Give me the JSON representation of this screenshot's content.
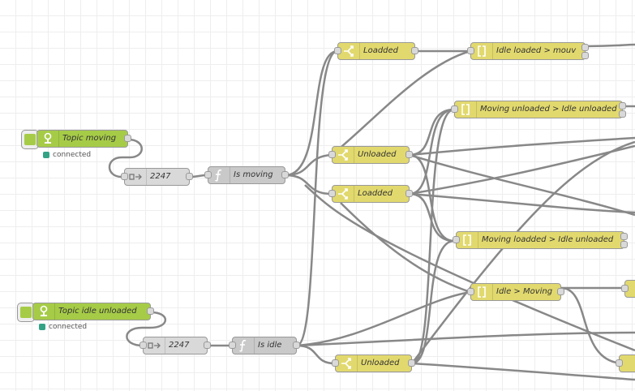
{
  "colors": {
    "canvas": "#ffffff",
    "grid": "#eeeeee",
    "wire": "#888888",
    "mqtt_node": "#a6cc47",
    "switch_node": "#E2D96E",
    "template_node": "#E2D96E",
    "function_node": "#c9c9c9",
    "rbe_node": "#d9d9d9",
    "status_connected": "#33a386"
  },
  "flow": {
    "mqtt_moving": {
      "label": "Topic moving",
      "icon": "bridge-icon",
      "status": "connected"
    },
    "rbe_moving": {
      "label": "2247",
      "icon": "filter-arrow-icon"
    },
    "func_moving": {
      "label": "Is moving",
      "icon": "function-icon"
    },
    "switch_loadded_top": {
      "label": "Loadded",
      "icon": "switch-fork-icon"
    },
    "switch_unloaded_mid": {
      "label": "Unloaded",
      "icon": "switch-fork-icon"
    },
    "switch_loadded_mid": {
      "label": "Loadded",
      "icon": "switch-fork-icon"
    },
    "tpl_idle_loaded_mouv": {
      "label": "Idle loaded > mouv",
      "icon": "template-bracket-icon"
    },
    "tpl_moving_unloaded_idle": {
      "label": "Moving unloaded > Idle unloaded",
      "icon": "template-bracket-icon"
    },
    "tpl_moving_loadded_idle": {
      "label": "Moving loadded > Idle unloaded",
      "icon": "template-bracket-icon"
    },
    "tpl_idle_moving": {
      "label": "Idle > Moving",
      "icon": "template-bracket-icon"
    },
    "mqtt_idle_unloaded": {
      "label": "Topic idle unloaded",
      "icon": "bridge-icon",
      "status": "connected"
    },
    "rbe_idle": {
      "label": "2247",
      "icon": "filter-arrow-icon"
    },
    "func_idle": {
      "label": "Is idle",
      "icon": "function-icon"
    },
    "switch_unloaded_bottom": {
      "label": "Unloaded",
      "icon": "switch-fork-icon"
    }
  }
}
